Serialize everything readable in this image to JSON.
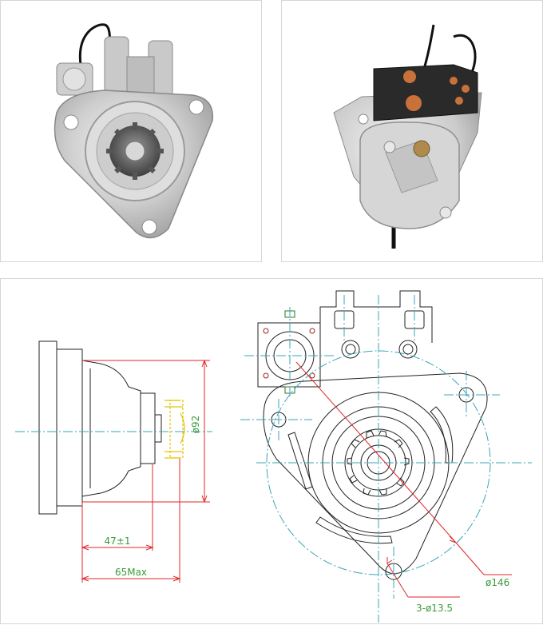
{
  "photos": {
    "front": {
      "caption": ""
    },
    "back": {
      "caption": ""
    }
  },
  "dimensions": {
    "dia92": "ø92",
    "len47": "47±1",
    "len65": "65Max",
    "dia146": "ø146",
    "holes": "3-ø13.5"
  },
  "colors": {
    "outline": "#222222",
    "centerline": "#3aa6b9",
    "dimension": "#e3262b",
    "yellow": "#e6c200",
    "green": "#3a9a3a",
    "photo_bg": "#ffffff"
  }
}
